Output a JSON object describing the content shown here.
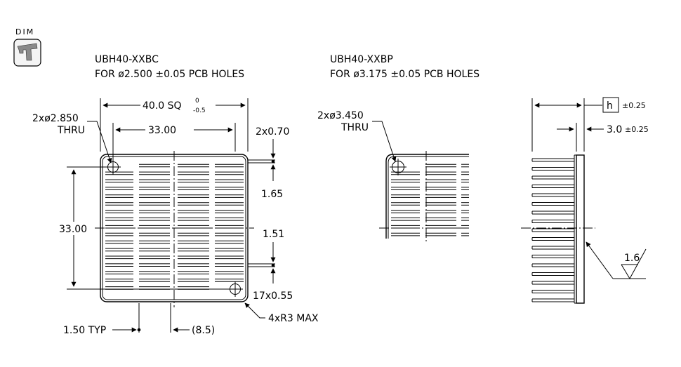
{
  "icon": {
    "label": "DIM",
    "name": "caliper-icon"
  },
  "left_view": {
    "model": "UBH40-XXBC",
    "note": "FOR ø2.500 ±0.05 PCB HOLES",
    "dim_width": "40.0 SQ",
    "tol_upper": "0",
    "tol_lower": "-0.5",
    "hole_count": "2xø2.850",
    "hole_type": "THRU",
    "dim_hole_spacing_x": "33.00",
    "dim_hole_spacing_y": "33.00",
    "pin_width": "2x0.70",
    "dim_pin_offset": "1.65",
    "dim_gap": "1.51",
    "fin_count": "17x0.55",
    "corner_radius": "4xR3 MAX",
    "dim_edge": "1.50 TYP",
    "dim_pitch": "(8.5)"
  },
  "middle_view": {
    "model": "UBH40-XXBP",
    "note": "FOR ø3.175 ±0.05 PCB HOLES",
    "hole_count": "2xø3.450",
    "hole_type": "THRU"
  },
  "side_view": {
    "height_symbol": "h",
    "height_tol": "±0.25",
    "base_thickness": "3.0",
    "base_tol": "±0.25",
    "roughness": "1.6"
  }
}
